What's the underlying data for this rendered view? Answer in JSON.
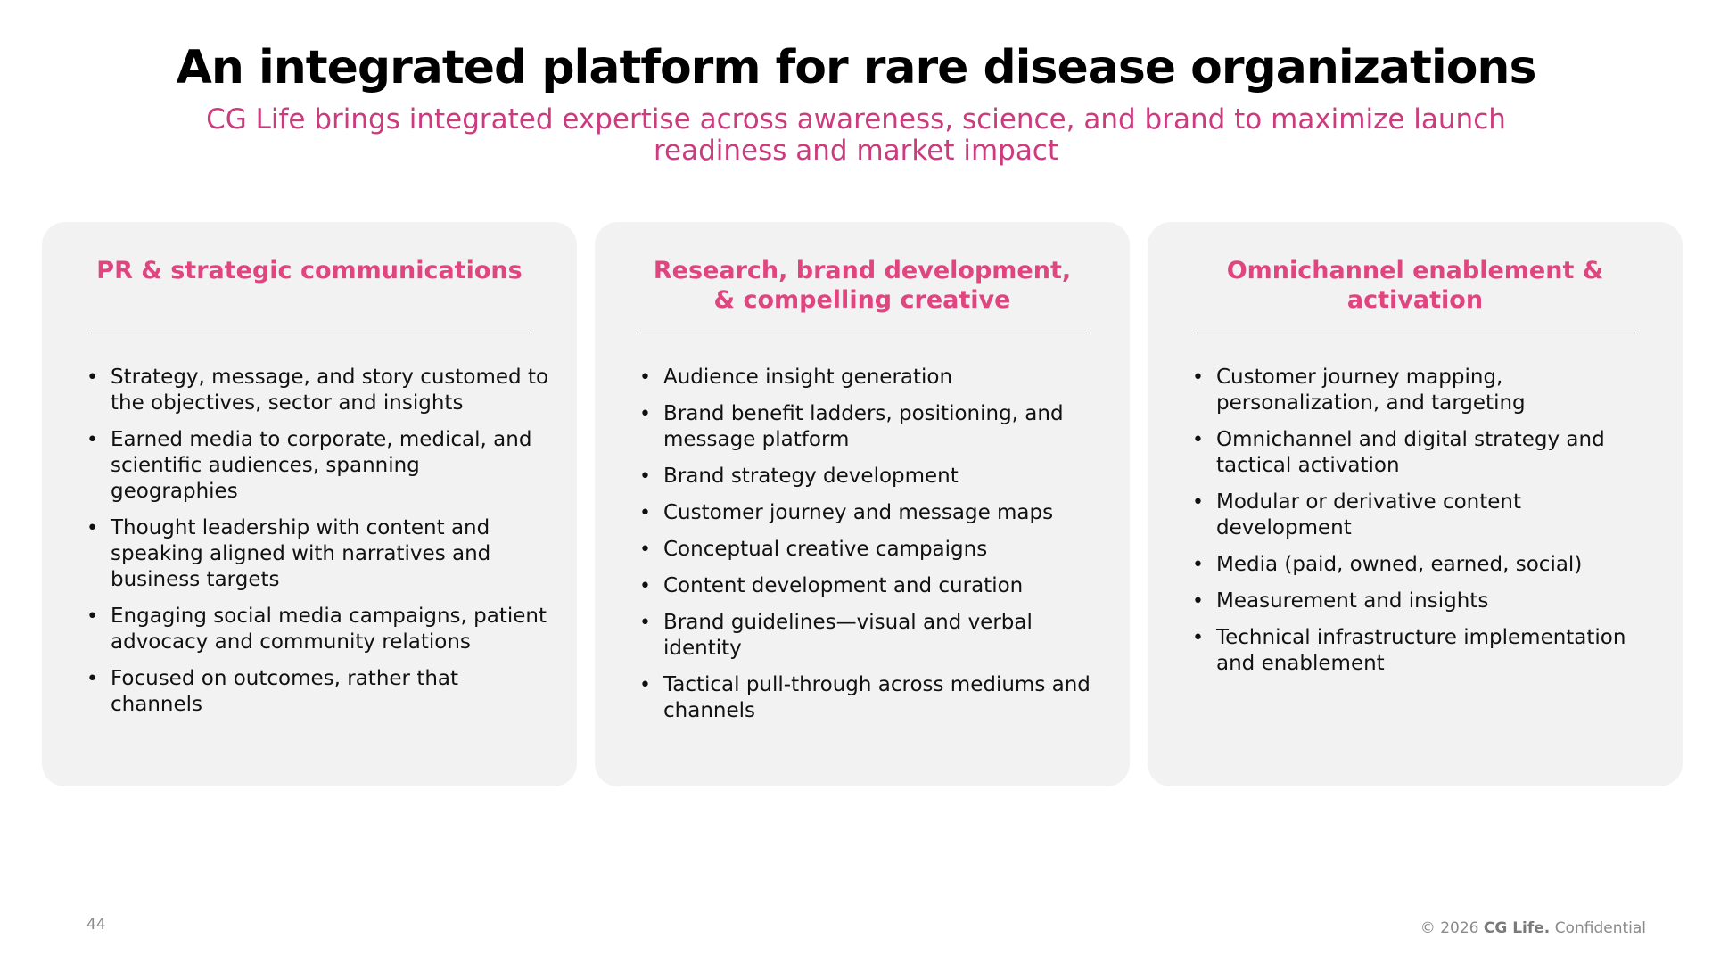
{
  "title": "An integrated platform for rare disease organizations",
  "subtitle": "CG Life brings integrated expertise across awareness, science, and brand to maximize launch readiness and market impact",
  "colors": {
    "accent_pink": "#e0457f",
    "subtitle_pink": "#cc3b7e",
    "card_background": "#f2f2f2"
  },
  "columns": [
    {
      "heading": "PR & strategic communications",
      "items": [
        "Strategy, message, and story customed to the objectives, sector and insights",
        "Earned media to corporate, medical, and scientific audiences, spanning geographies",
        "Thought leadership with content and speaking aligned with narratives and business targets",
        "Engaging social media campaigns, patient advocacy and community relations",
        "Focused on outcomes, rather that channels"
      ]
    },
    {
      "heading": "Research, brand development, & compelling creative",
      "items": [
        "Audience insight generation",
        "Brand benefit ladders, positioning, and message platform",
        "Brand strategy development",
        "Customer journey and message maps",
        "Conceptual creative campaigns",
        "Content development and curation",
        "Brand guidelines—visual and verbal identity",
        "Tactical pull-through across mediums and channels"
      ]
    },
    {
      "heading": "Omnichannel enablement & activation",
      "items": [
        "Customer journey mapping, personalization, and targeting",
        "Omnichannel and digital strategy and tactical activation",
        "Modular or derivative content development",
        "Media (paid, owned, earned, social)",
        "Measurement and insights",
        "Technical infrastructure implementation and enablement"
      ]
    }
  ],
  "footer": {
    "page_number": "44",
    "copyright": "© 2026",
    "brand": "CG Life.",
    "confidential": "Confidential"
  }
}
